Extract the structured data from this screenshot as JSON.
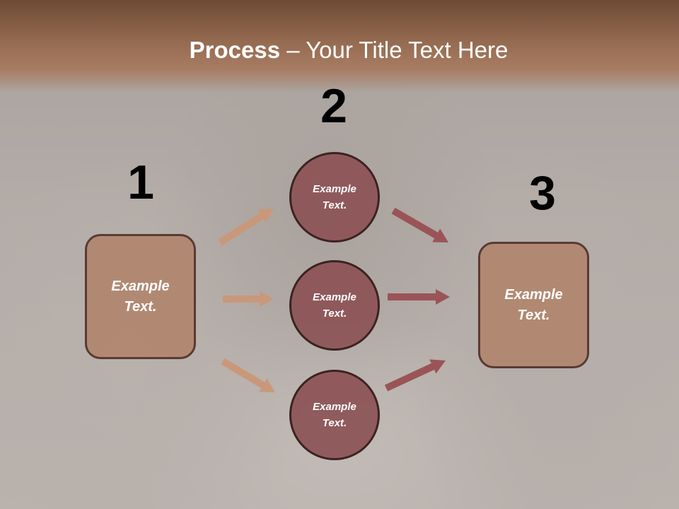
{
  "title": {
    "bold": "Process",
    "rest": " – Your Title Text Here"
  },
  "steps": [
    "1",
    "2",
    "3"
  ],
  "left_box": {
    "label": "Example Text."
  },
  "circles": [
    {
      "label": "Example Text."
    },
    {
      "label": "Example Text."
    },
    {
      "label": "Example Text."
    }
  ],
  "right_box": {
    "label": "Example Text."
  },
  "colors": {
    "title_bar": "#946a50",
    "box_fill": "#b08268",
    "circle_fill": "#8c5256",
    "arrow_left": "#c9987a",
    "arrow_right": "#9a5458"
  }
}
